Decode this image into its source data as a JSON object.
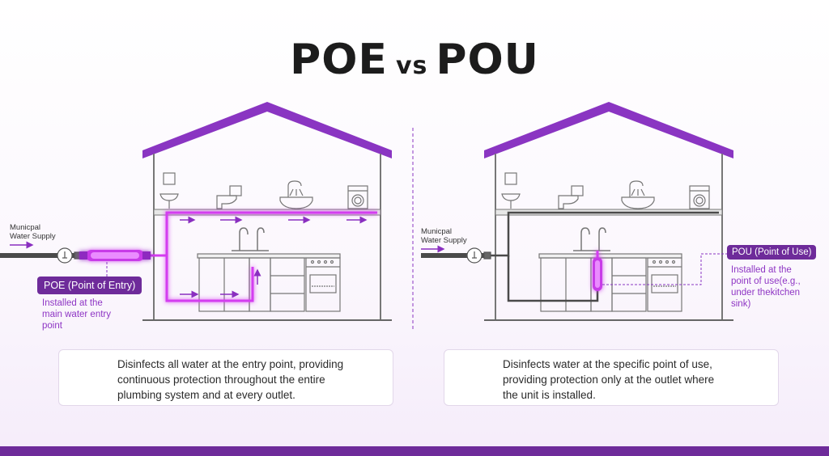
{
  "title": {
    "left": "POE",
    "vs": "vs",
    "right": "POU"
  },
  "poe": {
    "supply_label_line1": "Municpal",
    "supply_label_line2": "Water Supply",
    "tag": "POE (Point of Entry)",
    "note_line1": "Installed at the",
    "note_line2": "main water entry",
    "note_line3": "point",
    "description_line1": "Disinfects all water at the entry point, providing",
    "description_line2": "continuous protection throughout the entire",
    "description_line3": "plumbing system and at every outlet."
  },
  "pou": {
    "supply_label_line1": "Municpal",
    "supply_label_line2": "Water Supply",
    "tag": "POU (Point of Use)",
    "note_line1": "Installed at the",
    "note_line2": "point of use(e.g.,",
    "note_line3": "under thekitchen",
    "note_line4": "sink)",
    "description_line1": "Disinfects water at the specific point of use,",
    "description_line2": "providing protection only at the outlet where",
    "description_line3": "the unit is installed."
  },
  "colors": {
    "accent": "#6e2b9a",
    "roof": "#8a35c2",
    "flow": "#d43cf0",
    "pipe": "#4a4a4a"
  },
  "icons": [
    "house-icon",
    "wash-basin-icon",
    "toilet-icon",
    "bathtub-icon",
    "washing-machine-icon",
    "kitchen-sink-icon",
    "stove-icon",
    "water-meter-icon",
    "filter-icon",
    "water-drop-icon"
  ]
}
